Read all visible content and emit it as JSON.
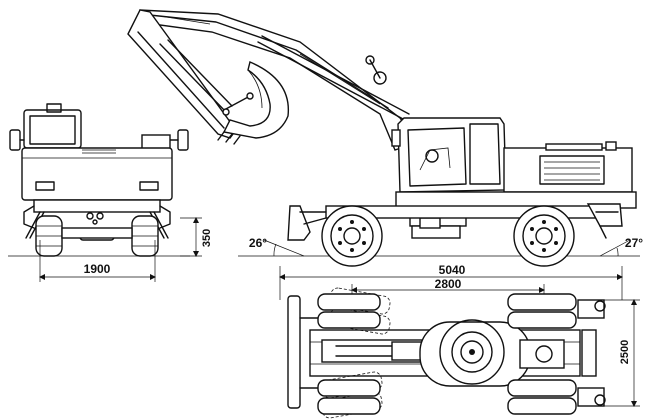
{
  "dimensions": {
    "track_width": "1900",
    "ground_clearance": "350",
    "departure_angle": "26°",
    "approach_angle": "27°",
    "overall_length": "5040",
    "wheelbase": "2800",
    "overall_width": "2500"
  }
}
